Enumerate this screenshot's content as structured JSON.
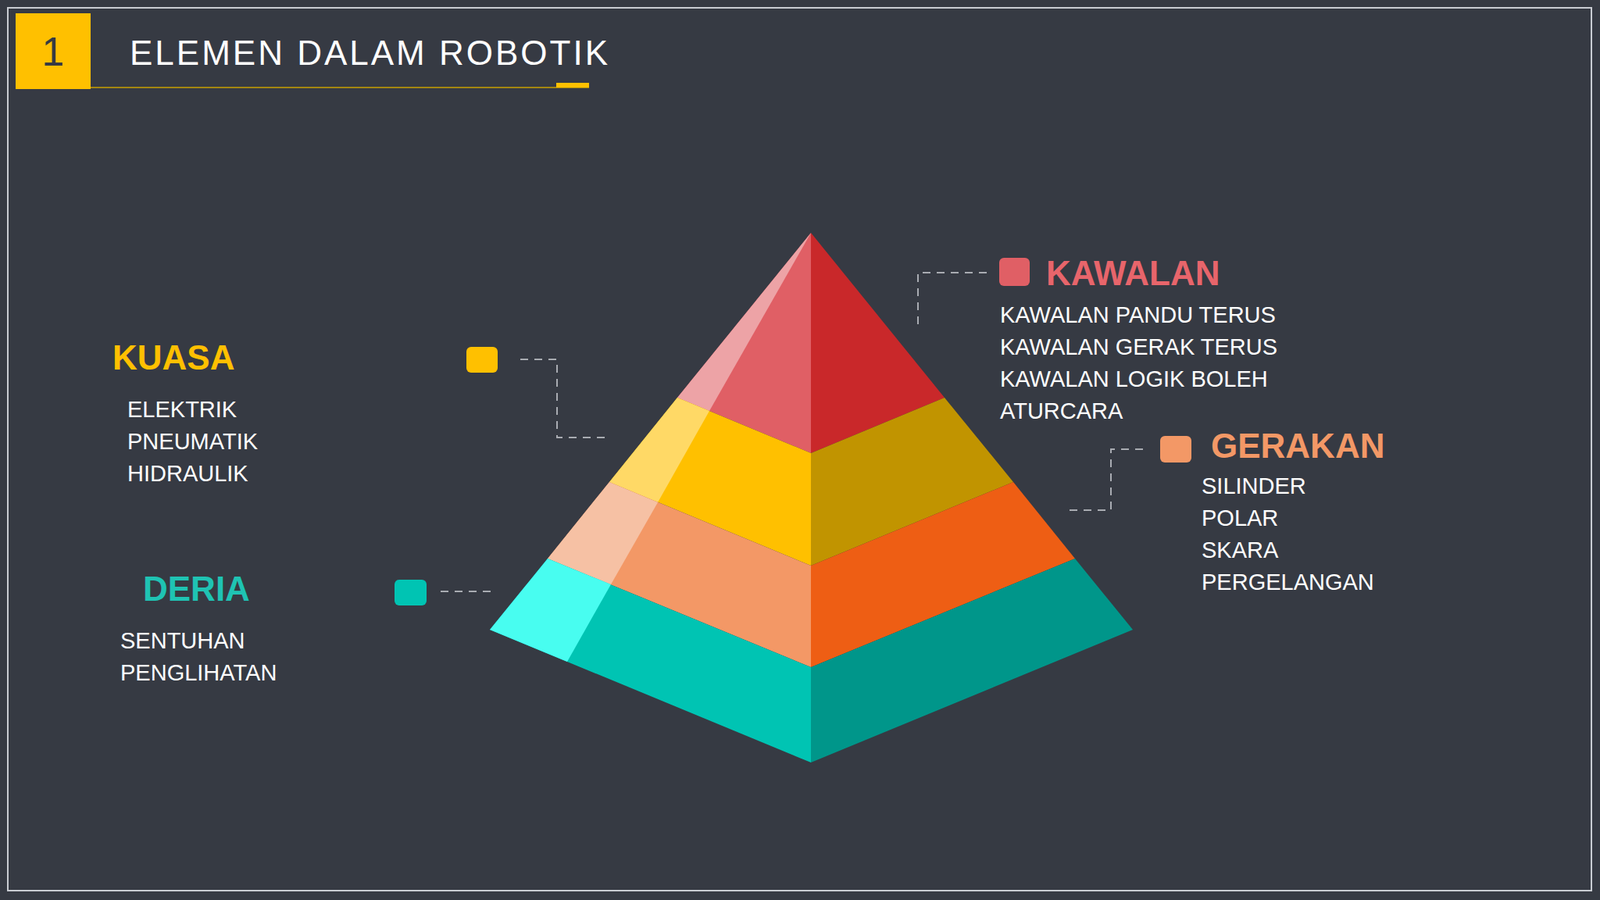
{
  "diagram": {
    "title": "ELEMEN DALAM ROBOTIK",
    "nodes": [
      {
        "text": [
          "KAWALAN",
          "KAWALAN PANDU TERUS",
          "KAWALAN GERAK TERUS",
          "KAWALAN LOGIK BOLEH ATURCARA"
        ]
      },
      {
        "text": [
          "KUASA",
          "ELEKTRIK",
          "PNEUMATIK",
          "HIDRAULIK"
        ]
      },
      {
        "text": [
          "GERAKAN",
          "SILINDER",
          "POLAR",
          "SKARA",
          "PERGELANGAN"
        ]
      },
      {
        "text": [
          "DERIA",
          "SENTUHAN",
          "PENGLIHATAN"
        ]
      }
    ],
    "labels": [
      "1"
    ]
  }
}
